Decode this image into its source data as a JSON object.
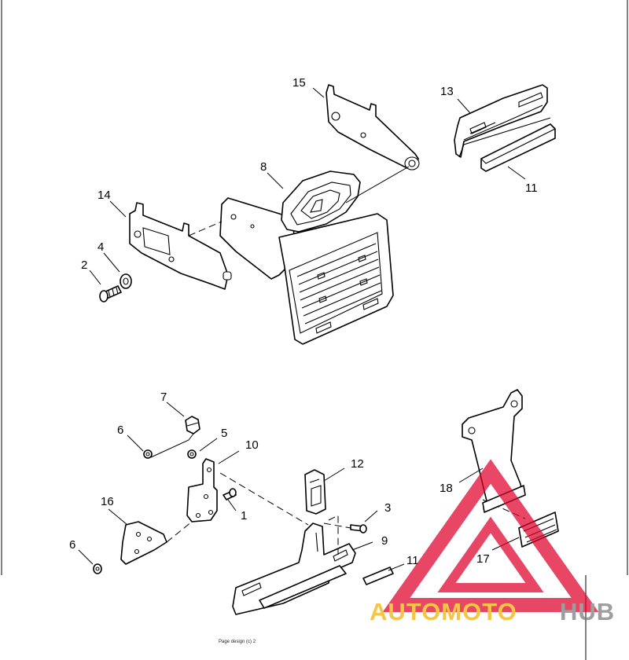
{
  "callouts": {
    "c1": "1",
    "c2": "2",
    "c3": "3",
    "c4": "4",
    "c5": "5",
    "c6a": "6",
    "c6b": "6",
    "c7": "7",
    "c8": "8",
    "c9": "9",
    "c10": "10",
    "c11a": "11",
    "c11b": "11",
    "c12": "12",
    "c13": "13",
    "c14": "14",
    "c15": "15",
    "c16": "16",
    "c17": "17",
    "c18": "18"
  },
  "footer_text": "Page design (c) 2",
  "watermark": {
    "brand_part1": "AUTOMOTO",
    "brand_part2": "HUB",
    "color_primary": "#f0b000",
    "color_secondary": "#7a7a7a",
    "triangle_color": "#e0002a"
  }
}
